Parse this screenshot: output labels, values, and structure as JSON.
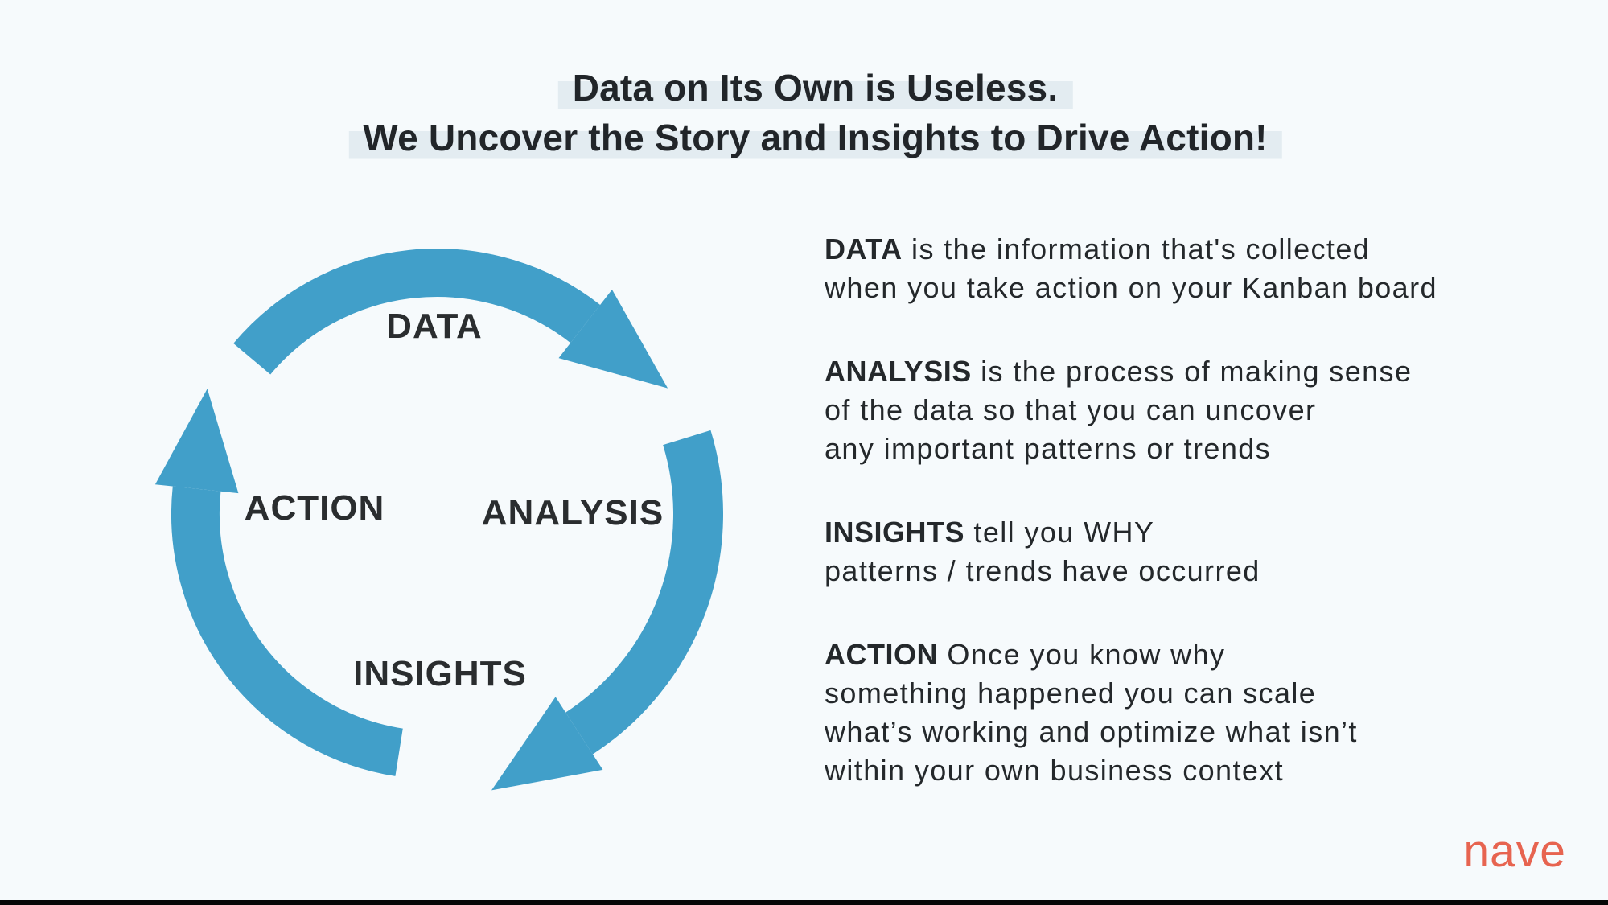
{
  "page": {
    "background_color": "#F6FAFC",
    "bottom_bar_color": "#060606"
  },
  "title": {
    "line1": "Data on Its Own is Useless.",
    "line2": "We Uncover the Story and Insights to Drive Action!",
    "highlight_color": "#E3ECF1",
    "text_color": "#212529"
  },
  "cycle": {
    "arrow_color": "#419FC9",
    "labels": {
      "top": "DATA",
      "right": "ANALYSIS",
      "bottom": "INSIGHTS",
      "left": "ACTION"
    }
  },
  "explanations": [
    {
      "term": "DATA",
      "lines": [
        "is the information that's collected",
        "when you take action on your Kanban board"
      ]
    },
    {
      "term": "ANALYSIS",
      "lines": [
        "is the process of making sense",
        "of the data so that you can uncover",
        "any important patterns or trends"
      ]
    },
    {
      "term": "INSIGHTS",
      "lines": [
        "tell you WHY",
        "patterns / trends have occurred"
      ]
    },
    {
      "term": "ACTION",
      "lines": [
        "Once you know why",
        "something happened you can scale",
        "what’s working and optimize what isn’t",
        "within your own business context"
      ]
    }
  ],
  "logo": {
    "text": "nave",
    "color": "#E76450"
  }
}
